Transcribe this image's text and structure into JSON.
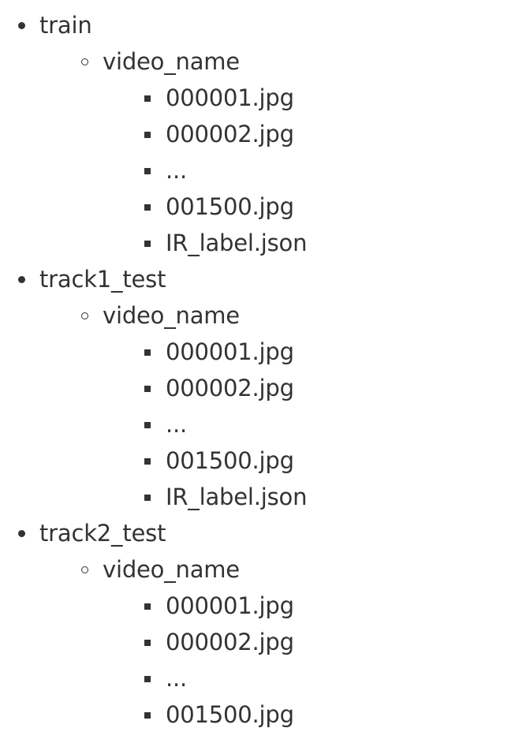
{
  "tree": [
    {
      "label": "train",
      "children": [
        {
          "label": "video_name",
          "files": [
            "000001.jpg",
            "000002.jpg",
            "...",
            "001500.jpg",
            "IR_label.json"
          ]
        }
      ]
    },
    {
      "label": "track1_test",
      "children": [
        {
          "label": "video_name",
          "files": [
            "000001.jpg",
            "000002.jpg",
            "...",
            "001500.jpg",
            "IR_label.json"
          ]
        }
      ]
    },
    {
      "label": "track2_test",
      "children": [
        {
          "label": "video_name",
          "files": [
            "000001.jpg",
            "000002.jpg",
            "...",
            "001500.jpg"
          ]
        }
      ]
    }
  ]
}
